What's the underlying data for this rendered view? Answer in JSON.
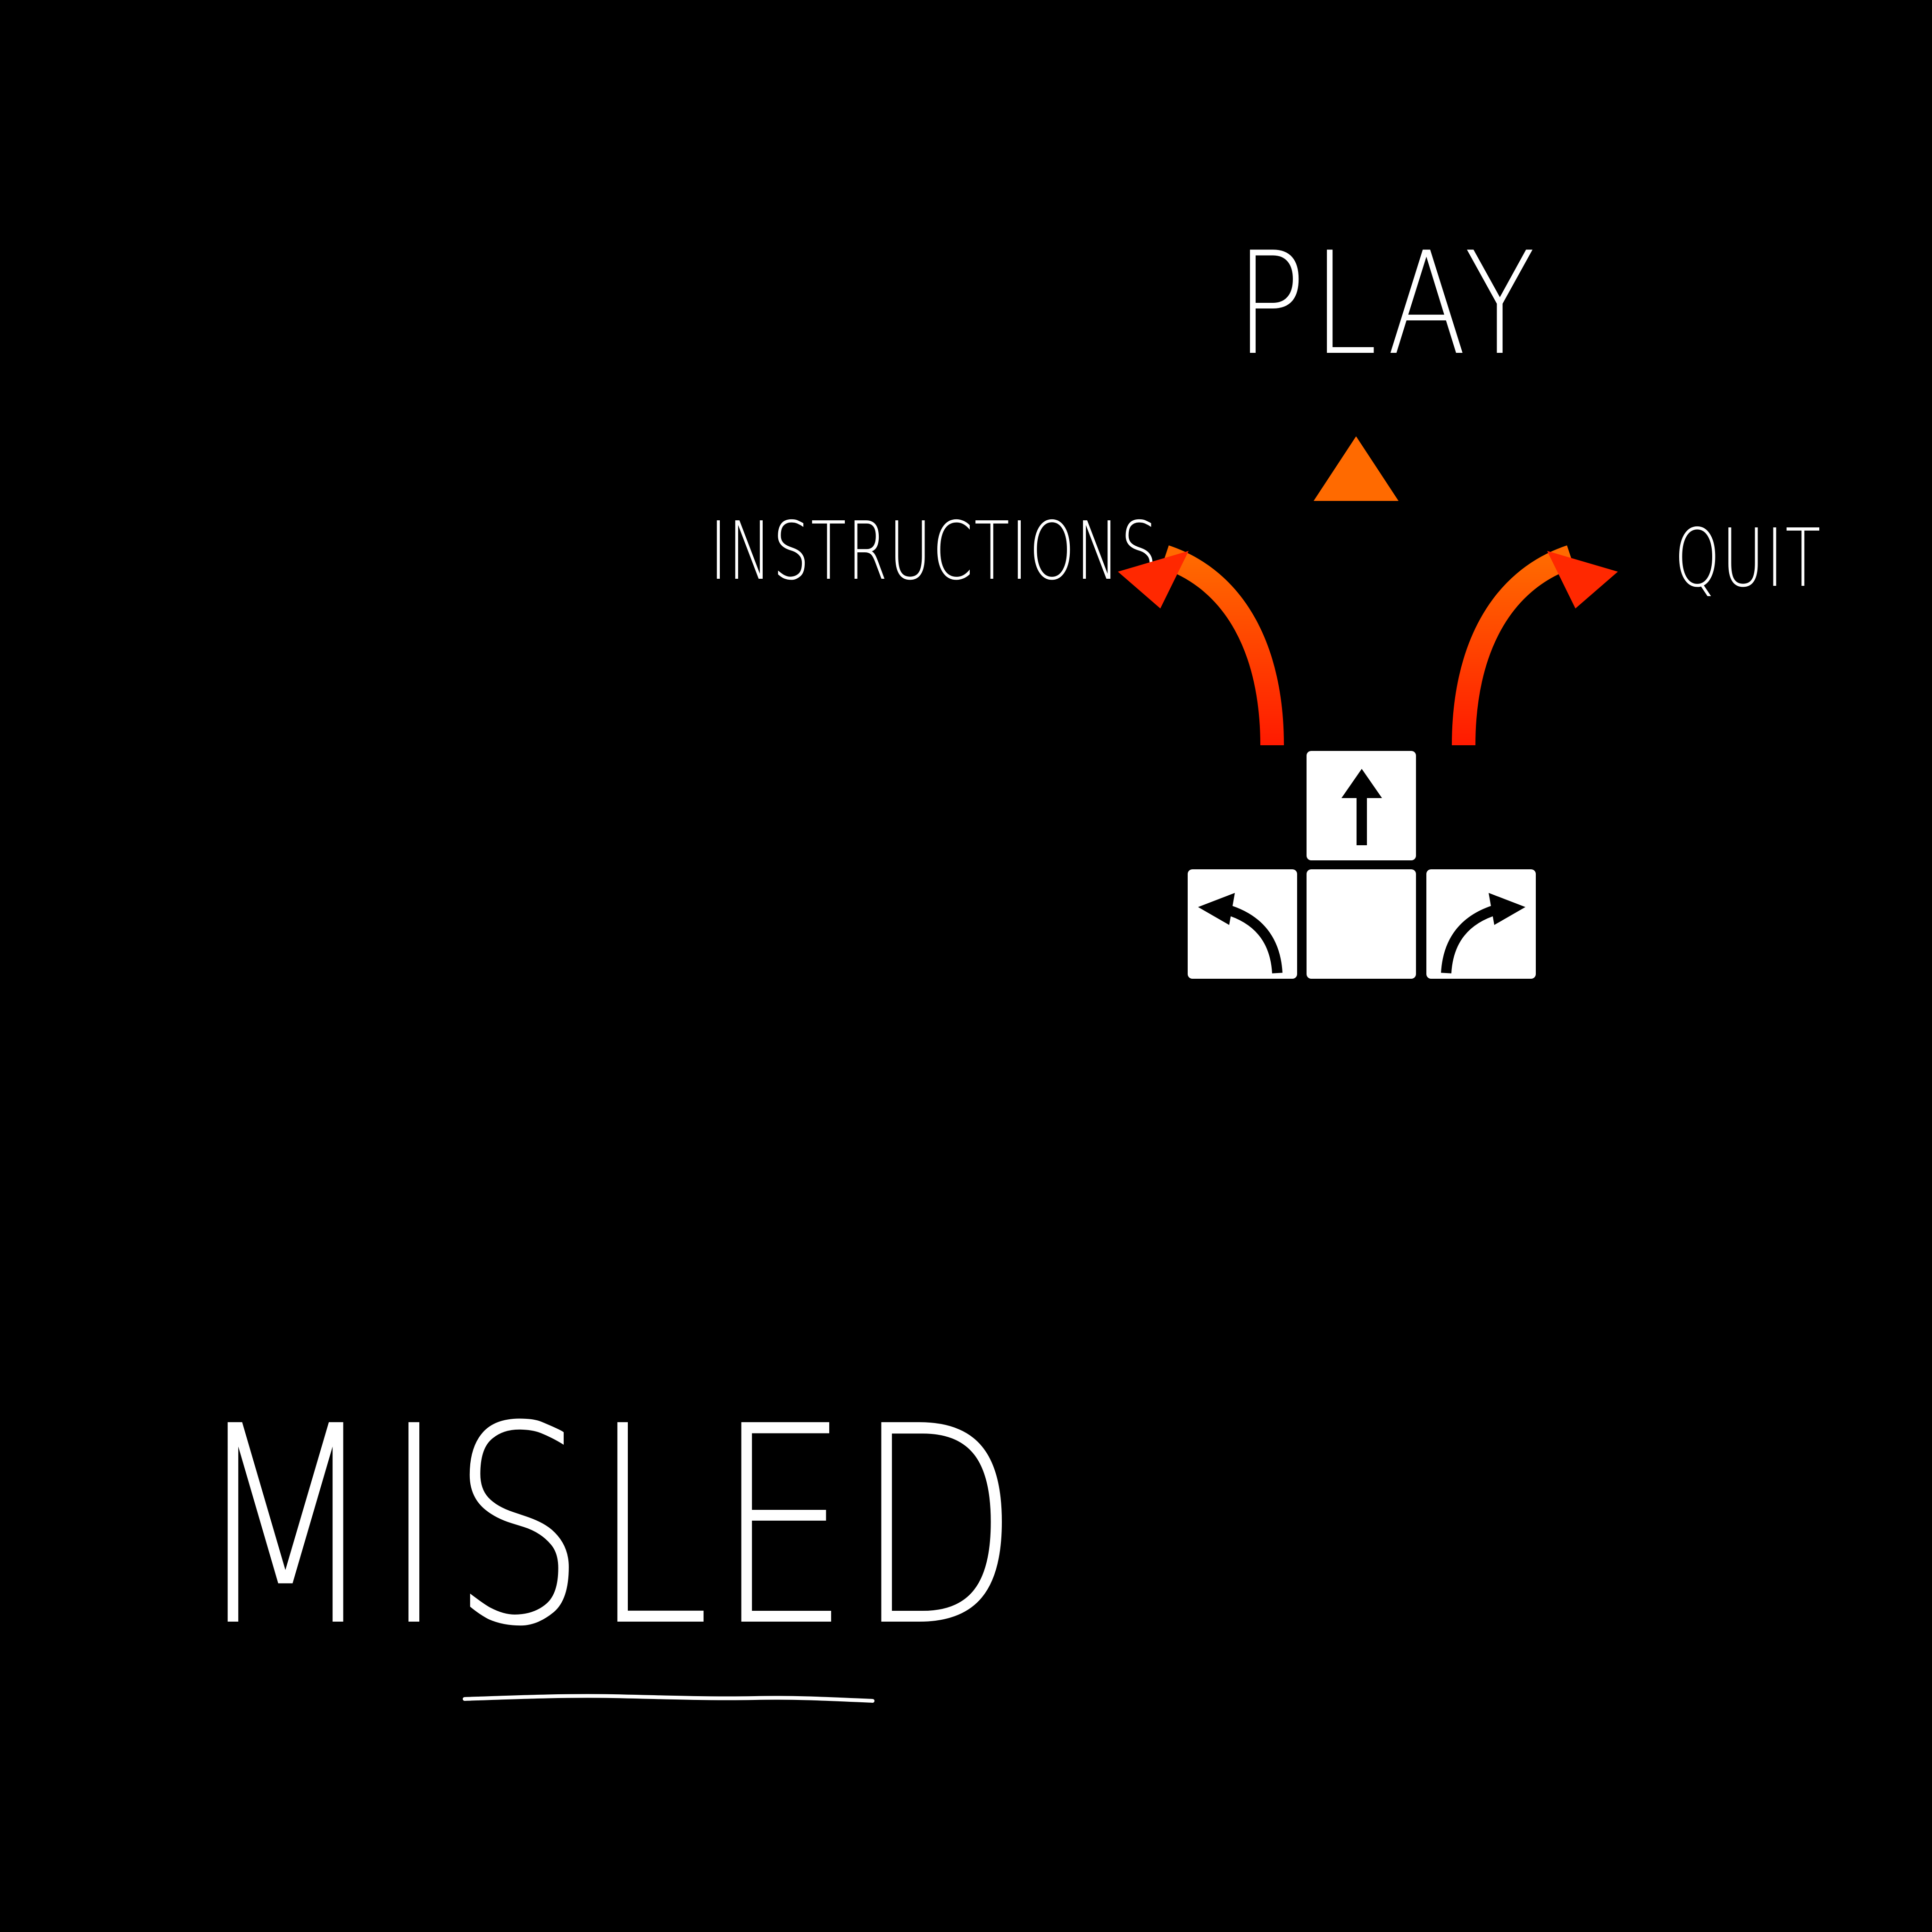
{
  "game": {
    "title": "MISLED"
  },
  "menu": {
    "play_label": "PLAY",
    "instructions_label": "INSTRUCTIONS",
    "quit_label": "QUIT"
  },
  "colors": {
    "background": "#000000",
    "text": "#ffffff",
    "arrow_red": "#ff1a00",
    "arrow_orange": "#ff6a00",
    "key_face": "#ffffff",
    "key_glyph": "#000000"
  },
  "icons": {
    "up_arrow": "arrow-up-icon",
    "left_arrow": "curved-arrow-left-icon",
    "right_arrow": "curved-arrow-right-icon",
    "up_key": "up-key-icon",
    "left_key": "left-key-icon",
    "right_key": "right-key-icon",
    "down_key": "blank-key-icon"
  }
}
